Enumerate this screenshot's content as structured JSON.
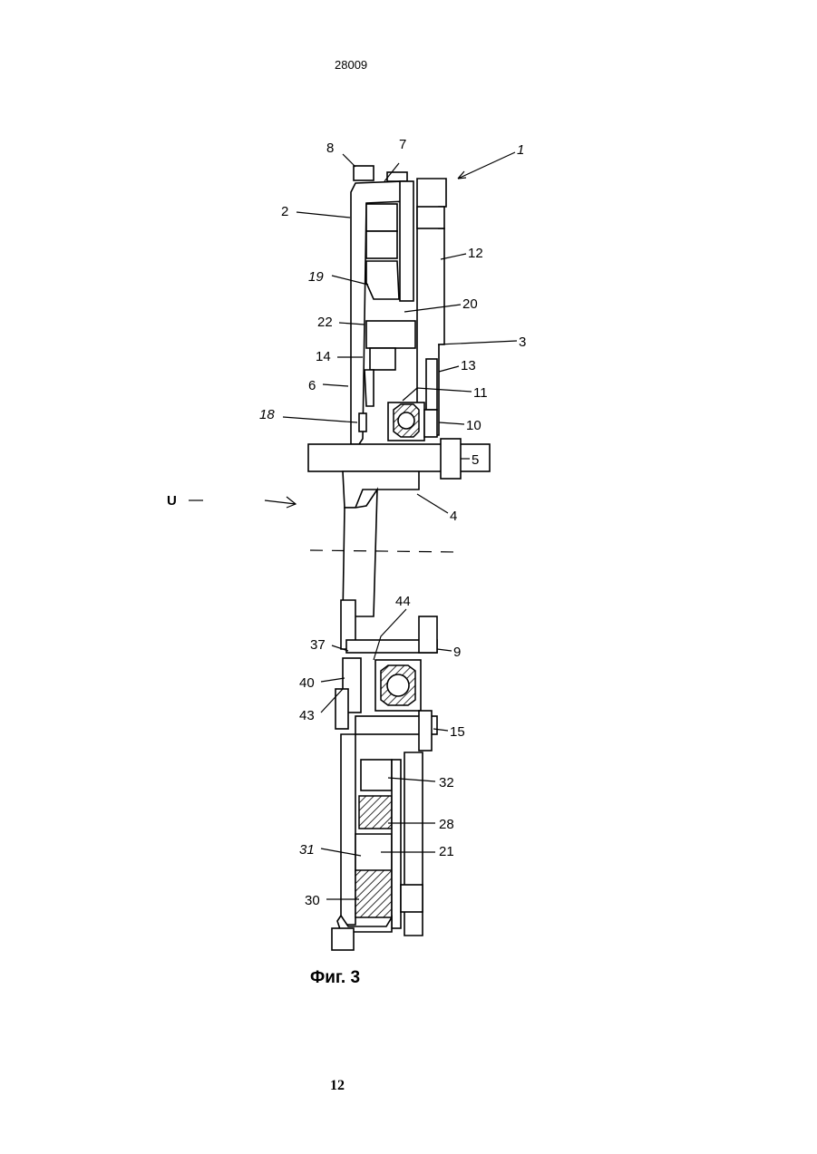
{
  "header": {
    "doc_number": "28009"
  },
  "figure": {
    "caption": "Фиг. 3",
    "reference_numerals": {
      "r1": "1",
      "r2": "2",
      "r3": "3",
      "r4": "4",
      "r5": "5",
      "r6": "6",
      "r7": "7",
      "r8": "8",
      "r9": "9",
      "r10": "10",
      "r11": "11",
      "r12": "12",
      "r13": "13",
      "r14": "14",
      "r15": "15",
      "r18": "18",
      "r19": "19",
      "r20": "20",
      "r21": "21",
      "r22": "22",
      "r28": "28",
      "r30": "30",
      "r31": "31",
      "r32": "32",
      "r37": "37",
      "r40": "40",
      "r43": "43",
      "r44": "44",
      "rU": "U"
    }
  },
  "footer": {
    "page_number": "12"
  }
}
